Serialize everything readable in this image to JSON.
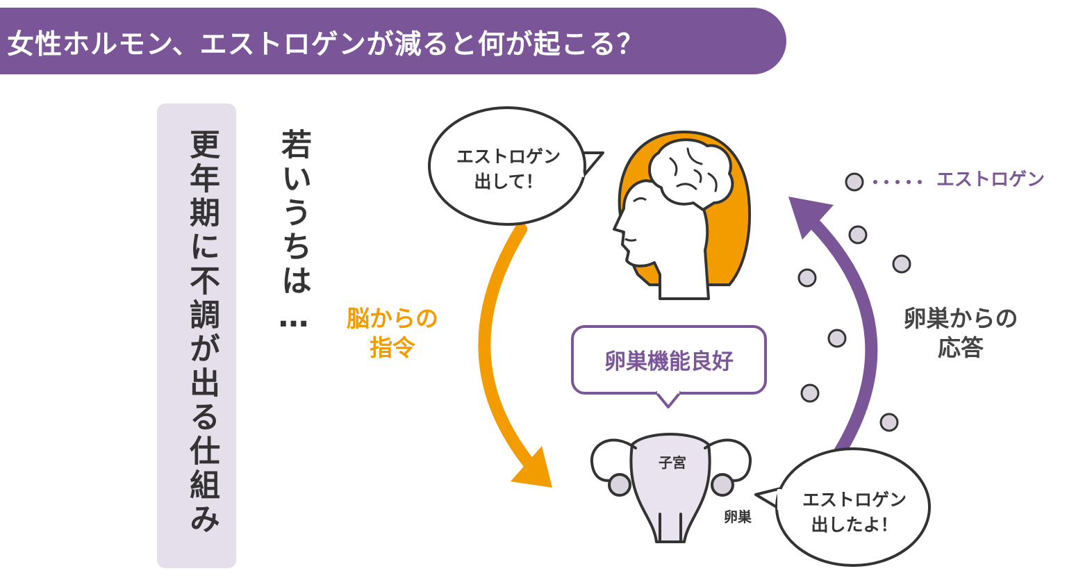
{
  "title": "女性ホルモン、エストロゲンが減ると何が起こる？",
  "side_panel": {
    "text": "更年期に不調が出る仕組み"
  },
  "young_text": "若いうちは…",
  "labels": {
    "brain_command": [
      "脳からの",
      "指令"
    ],
    "ovary_response": [
      "卵巣からの",
      "応答"
    ],
    "estrogen_legend": "エストロゲン",
    "ovary_status": "卵巣機能良好",
    "uterus": "子宮",
    "ovary": "卵巣"
  },
  "bubbles": {
    "brain": [
      "エストロゲン",
      "出して！"
    ],
    "ovary": [
      "エストロゲン",
      "出したよ！"
    ]
  },
  "colors": {
    "title_bg": "#7a5598",
    "side_panel_bg": "#e5dfec",
    "brain_arrow": "#f29c00",
    "ovary_arrow": "#7a5598",
    "hair": "#f29c00",
    "estrogen_dot": "#d9d4dd"
  },
  "icons": [
    "brain-icon",
    "head-icon",
    "uterus-icon",
    "estrogen-dot-icon"
  ]
}
